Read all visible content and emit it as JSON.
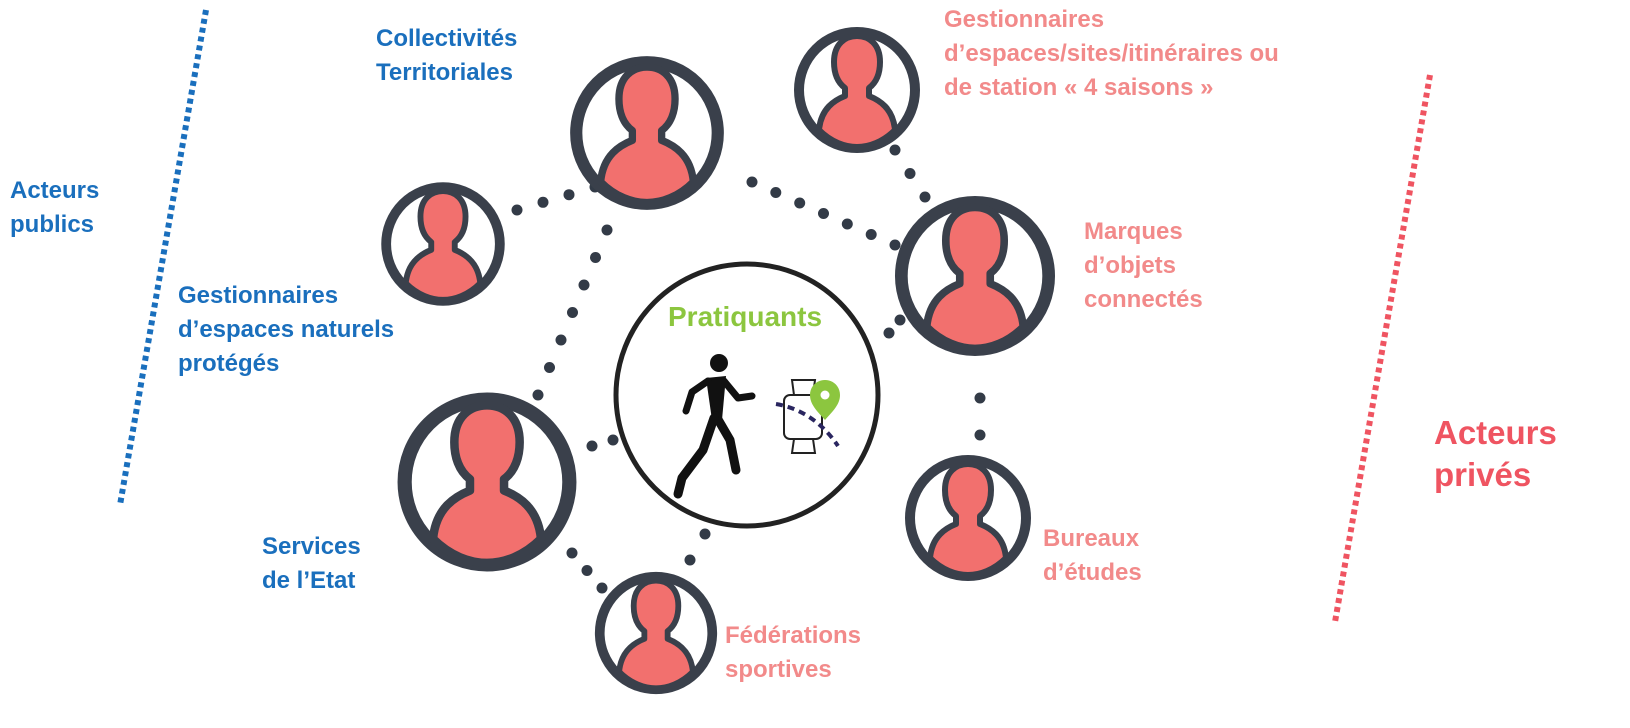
{
  "colors": {
    "public": "#1a6fbd",
    "private_light": "#f28a8a",
    "private_strong": "#ef5461",
    "pratiquants": "#8cc63f",
    "person_fill": "#f2706e",
    "ring": "#3a404b",
    "dots": "#333b47",
    "route": "#2a2660"
  },
  "sides": {
    "public": {
      "lines": [
        "Acteurs",
        "publics"
      ]
    },
    "private": {
      "lines": [
        "Acteurs",
        "privés"
      ]
    }
  },
  "center": {
    "title": "Pratiquants",
    "icons": [
      "runner-icon",
      "smartwatch-icon",
      "location-pin-icon"
    ]
  },
  "actors": [
    {
      "id": "collectivites",
      "group": "public",
      "lines": [
        "Collectivités",
        "Territoriales"
      ]
    },
    {
      "id": "gestionnaires-naturels",
      "group": "public",
      "lines": [
        "Gestionnaires",
        "d’espaces naturels",
        "protégés"
      ]
    },
    {
      "id": "services-etat",
      "group": "public",
      "lines": [
        "Services",
        "de l’Etat"
      ]
    },
    {
      "id": "gestionnaires-sites",
      "group": "private",
      "lines": [
        "Gestionnaires",
        "d’espaces/sites/itinéraires ou",
        "de station « 4 saisons »"
      ]
    },
    {
      "id": "marques",
      "group": "private",
      "lines": [
        "Marques",
        "d’objets",
        "connectés"
      ]
    },
    {
      "id": "bureaux",
      "group": "private",
      "lines": [
        "Bureaux",
        "d’études"
      ]
    },
    {
      "id": "federations",
      "group": "private",
      "lines": [
        "Fédérations",
        "sportives"
      ]
    }
  ]
}
